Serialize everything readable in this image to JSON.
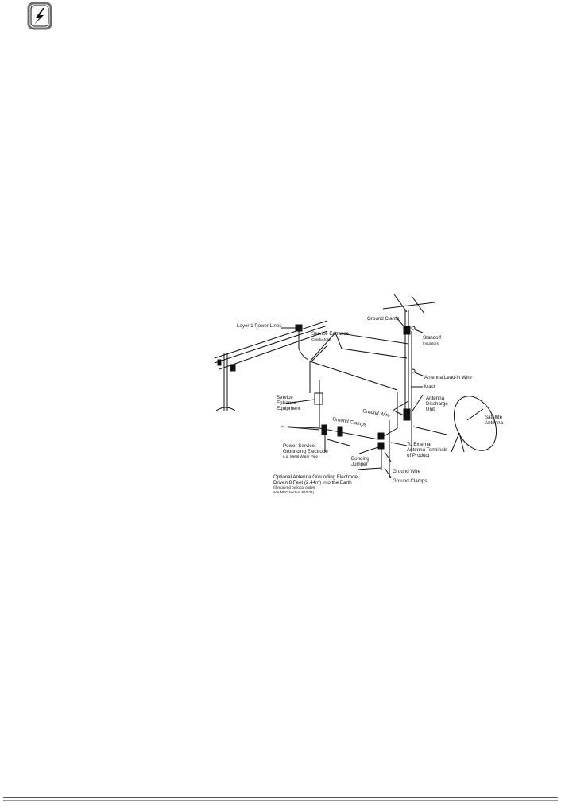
{
  "header": {
    "icon": "lightning-warning-icon"
  },
  "diagram": {
    "labels": {
      "power_lines": "Layer 1 Power Lines",
      "service_entrance_conductors_1": "Service Entrance",
      "service_entrance_conductors_2": "Conductors",
      "ground_clamp_top": "Ground Clamp",
      "standoff_1": "Standoff",
      "standoff_2": "Insulators",
      "lead_in_wire": "Antenna Lead-in Wire",
      "mast": "Mast",
      "discharge_1": "Antenna",
      "discharge_2": "Discharge",
      "discharge_3": "Unit",
      "satellite_1": "Satellite",
      "satellite_2": "Antenna",
      "service_equipment_1": "Service",
      "service_equipment_2": "Entrance",
      "service_equipment_3": "Equipment",
      "ground_clamps_mid": "Ground Clamps",
      "ground_wire_mid": "Ground Wire",
      "external_1": "To External",
      "external_2": "Antenna Terminals",
      "external_3": "of Product",
      "power_electrode_1": "Power Service",
      "power_electrode_2": "Grounding Electrode",
      "power_electrode_3": "e.g. Metal Water Pipe",
      "bonding_1": "Bonding",
      "bonding_2": "Jumper",
      "ground_wire_low": "Ground Wire",
      "ground_clamps_low": "Ground Clamps",
      "optional_1": "Optional Antenna Grounding Electrode",
      "optional_2": "Driven 8 Feet (2.44m) into the Earth",
      "optional_3": "(if required by local codes",
      "optional_4": "see NEC section 810-21)"
    }
  }
}
